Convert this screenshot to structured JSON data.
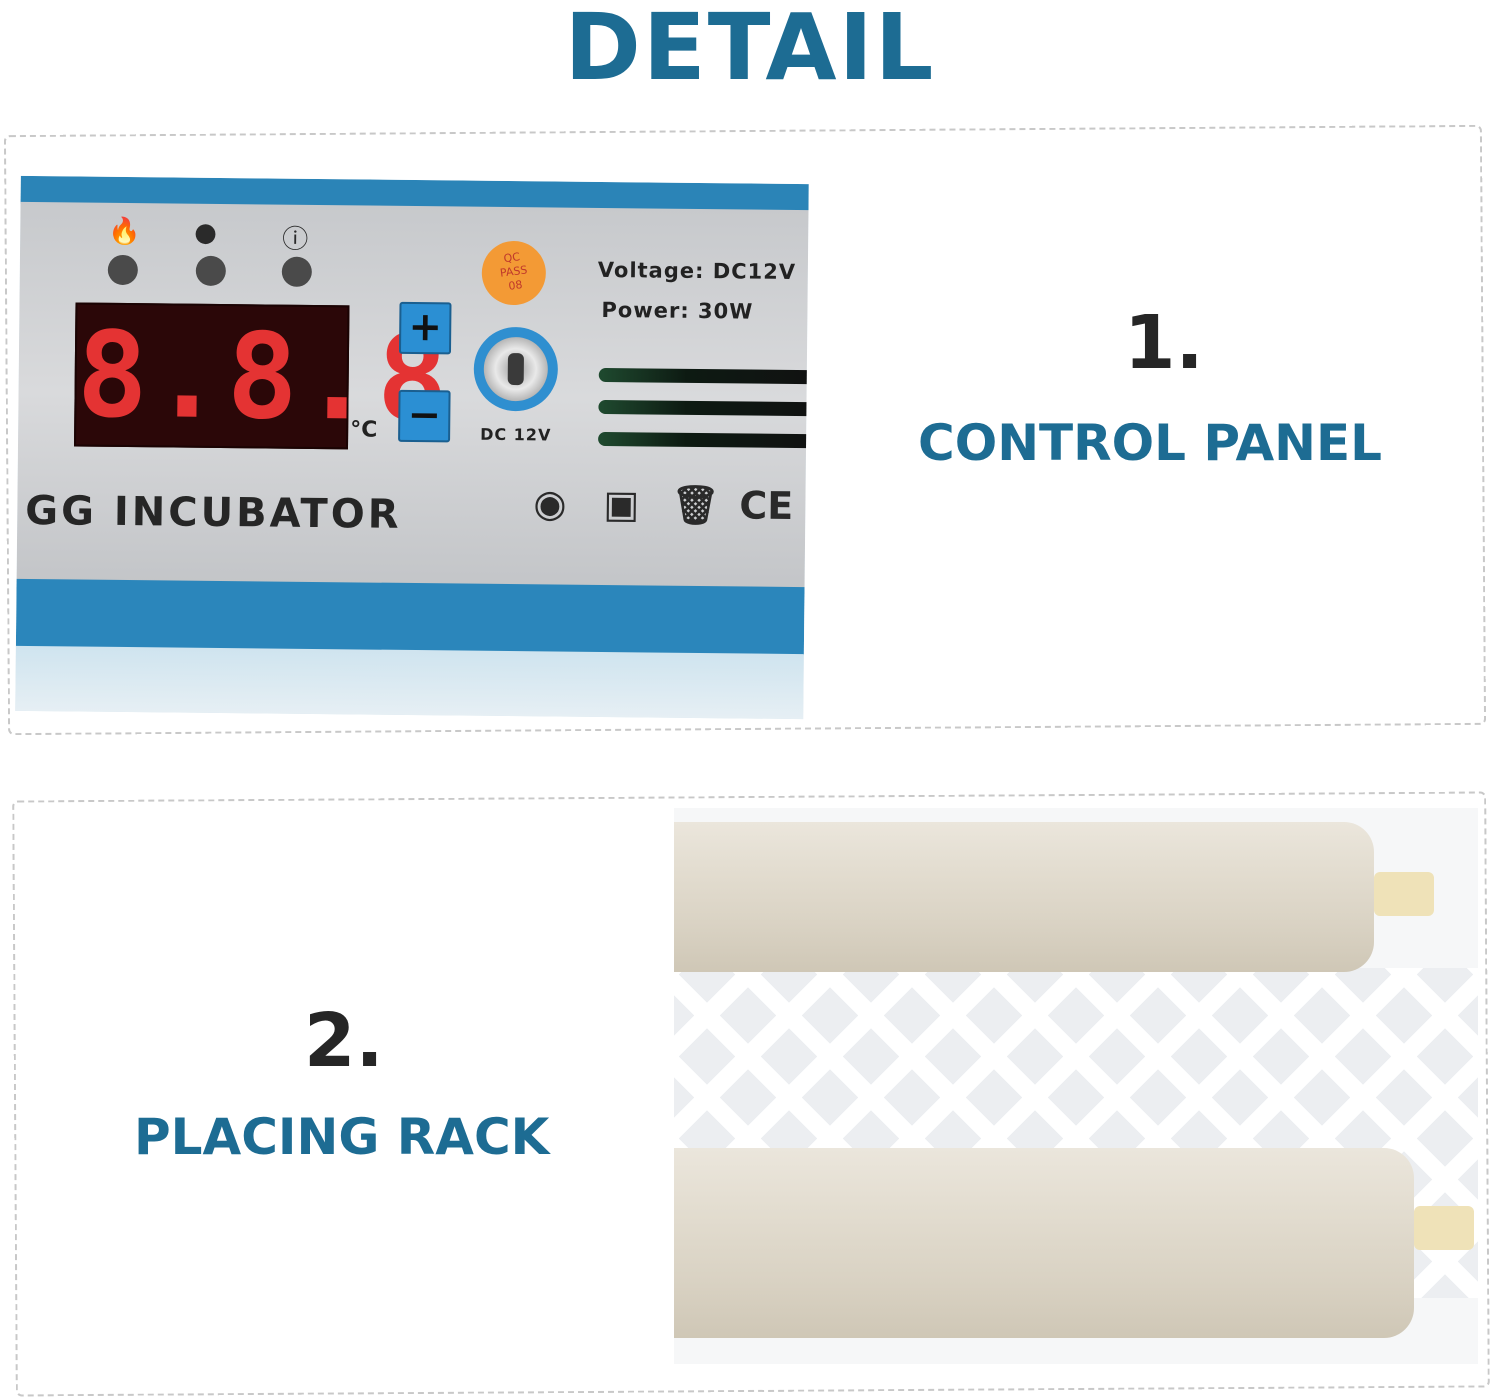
{
  "header": {
    "title": "DETAIL"
  },
  "sections": [
    {
      "number": "1.",
      "label": "CONTROL PANEL",
      "photo": {
        "indicator_icons": [
          "flame-icon",
          "turning-icon",
          "alarm-icon"
        ],
        "display_digits": "8.8.8",
        "temperature_unit": "°C",
        "plus_label": "+",
        "minus_label": "−",
        "sticker_lines": [
          "QC",
          "PASS",
          "08"
        ],
        "jack_label": "DC 12V",
        "voltage_text": "Voltage: DC12V",
        "power_text": "Power: 30W",
        "product_text": "GG INCUBATOR",
        "ce_mark": "CE"
      }
    },
    {
      "number": "2.",
      "label": "PLACING RACK"
    }
  ],
  "colors": {
    "accent": "#1d6c93",
    "number": "#262626",
    "panel_blue": "#2b84b7"
  }
}
